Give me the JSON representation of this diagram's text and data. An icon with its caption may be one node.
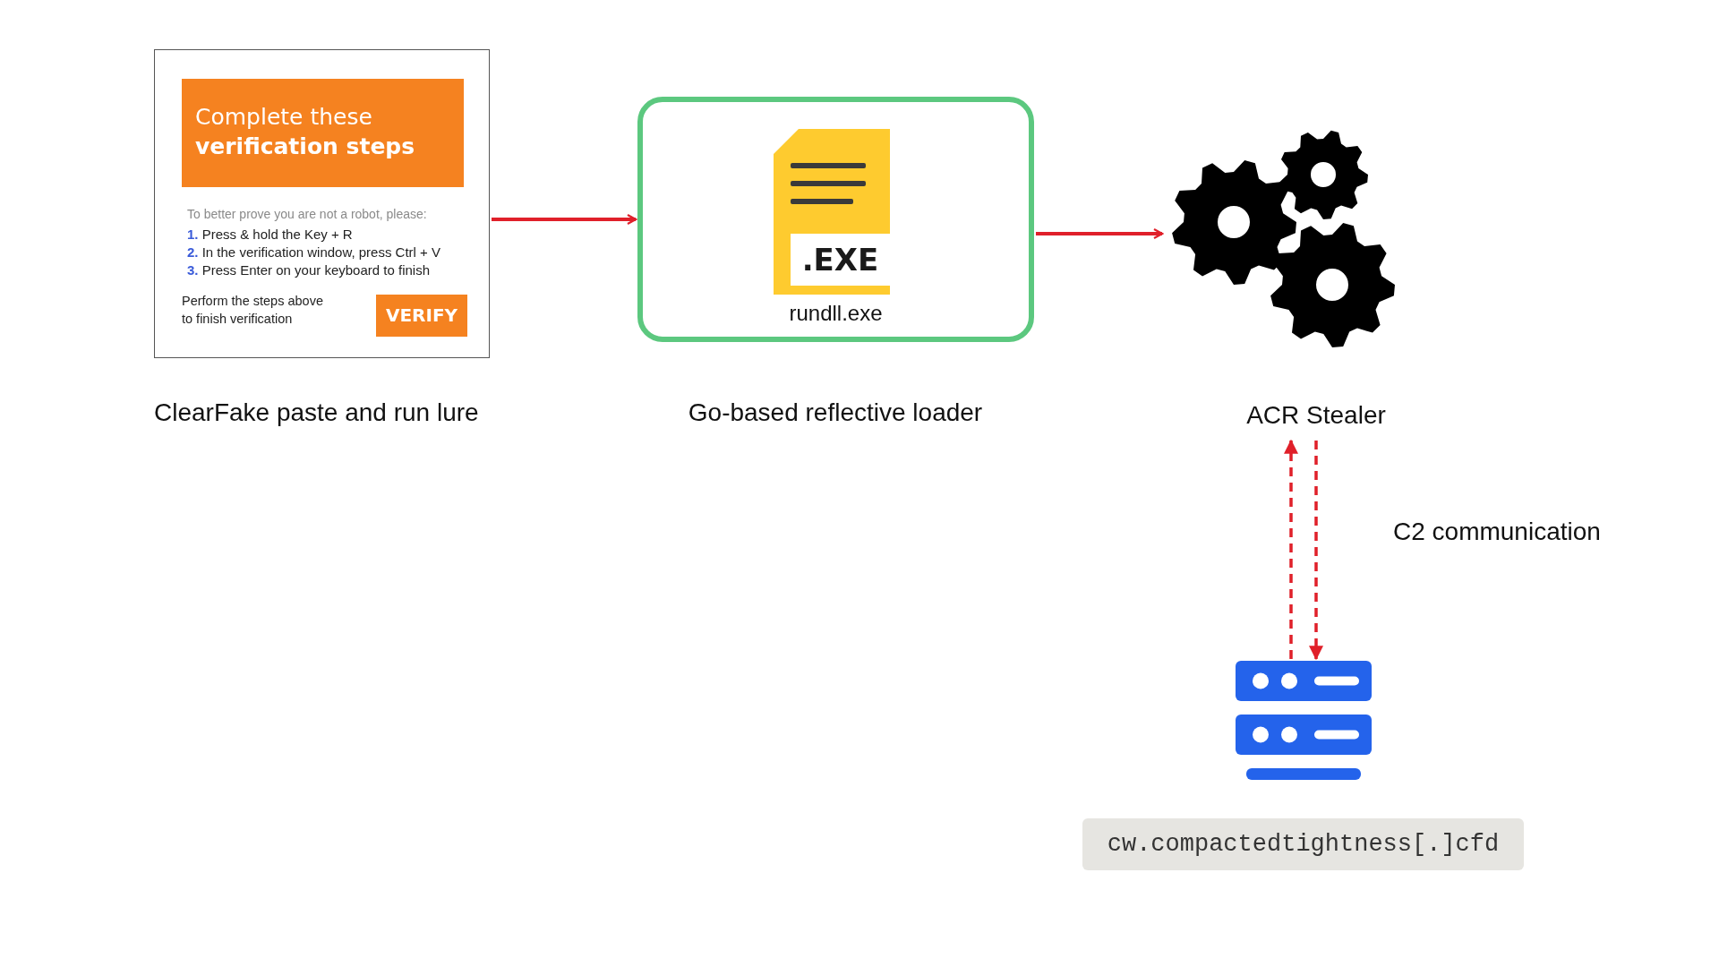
{
  "diagram": {
    "nodes": [
      {
        "text": [
          "Complete these **verification steps**",
          "To better prove you are not a robot, please:",
          "**1.** Press & hold the Key + R",
          "**2.** In the verification window, press Ctrl + V",
          "**3.** Press Enter on your keyboard to finish",
          "Perform the steps above to finish verification",
          "VERIFY"
        ],
        "beside": [
          "ClearFake paste and run lure"
        ]
      },
      {
        "text": [
          "rundll.exe"
        ],
        "beside": [
          "Go-based reflective loader"
        ]
      },
      {
        "text": [
          ".EXE"
        ],
        "in": 1
      },
      {
        "text": [
          "ACR Stealer"
        ]
      },
      {
        "text": [],
        "shape": "server"
      },
      {
        "text": [
          "cw.compactedtightness[.]cfd"
        ]
      }
    ],
    "edges": [
      {
        "from": 0,
        "to": 1,
        "arrow": "to"
      },
      {
        "from": 1,
        "to": 3,
        "arrow": "to"
      },
      {
        "from": 4,
        "to": 3,
        "arrow": "to",
        "style": "dashed"
      },
      {
        "from": 3,
        "to": 4,
        "arrow": "to",
        "style": "dashed"
      }
    ],
    "labels": [
      "C2 communication"
    ]
  }
}
